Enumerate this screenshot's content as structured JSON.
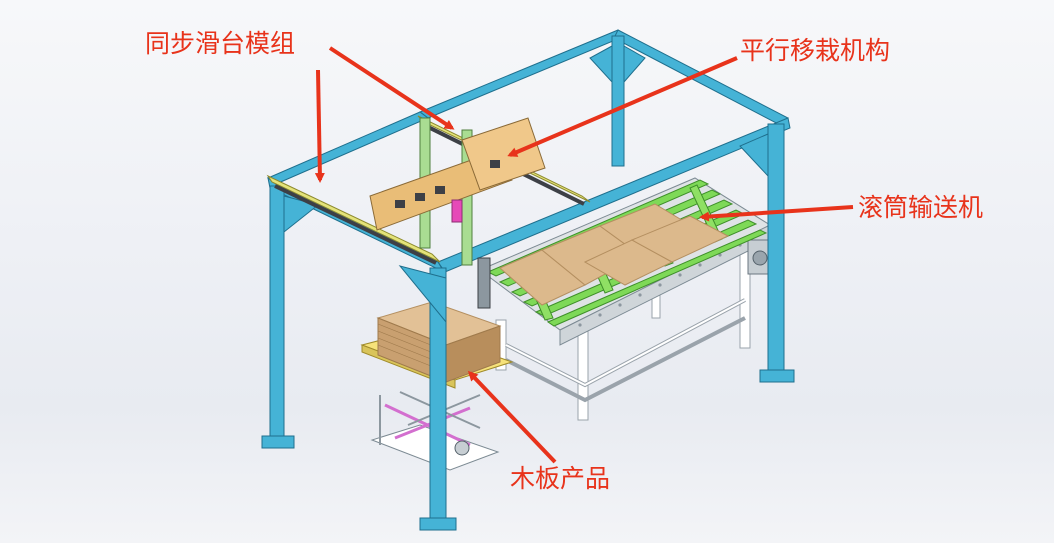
{
  "labels": {
    "slide_module": "同步滑台模组",
    "parallel_transfer": "平行移栽机构",
    "roller_conveyor": "滚筒输送机",
    "wood_product": "木板产品"
  },
  "colors": {
    "frame": "#45b3d6",
    "frame_edge": "#1f6f8d",
    "roller_green": "#7ed957",
    "board": "#dcb98c",
    "board_edge": "#b48f60",
    "rail_yellow": "#e4e37a",
    "lift_table": "#f6e27a",
    "annotation": "#e8331b",
    "background": "#eef0f5"
  }
}
